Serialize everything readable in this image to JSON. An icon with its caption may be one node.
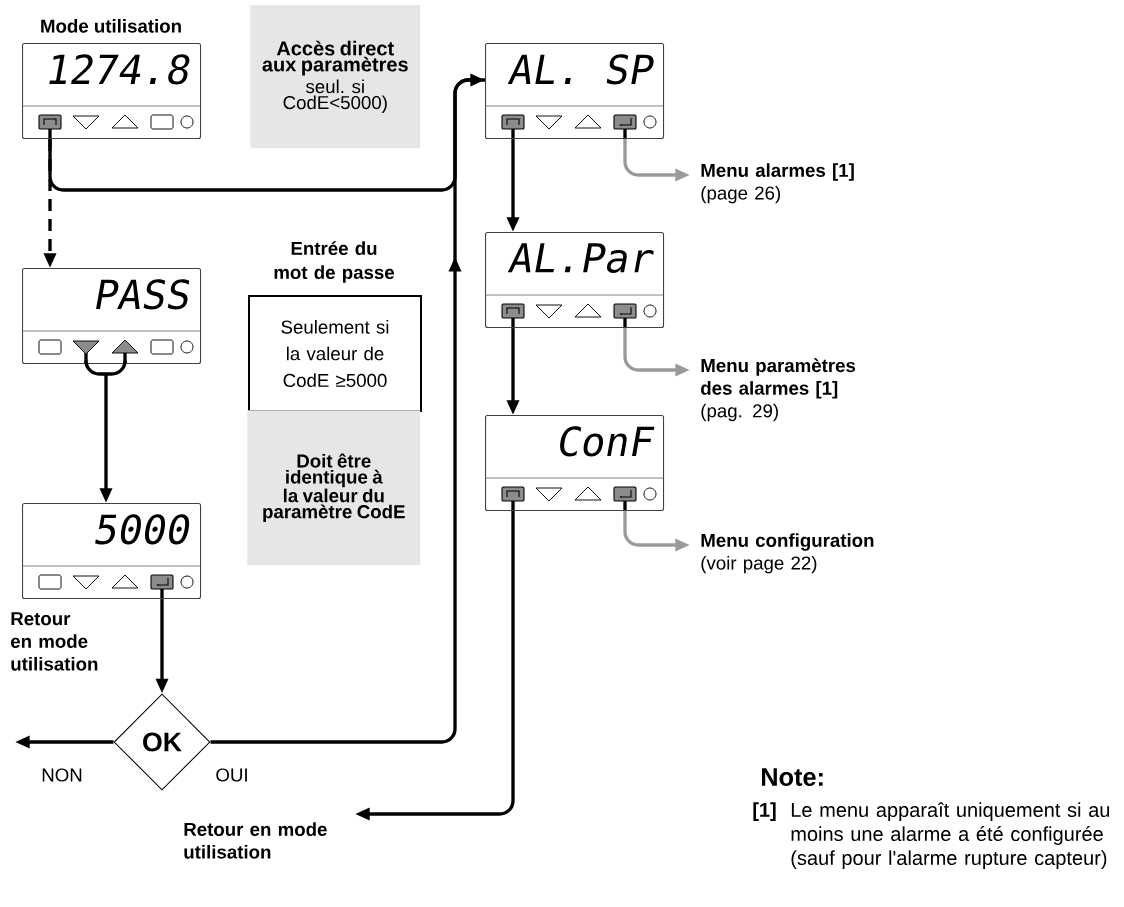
{
  "diagram": {
    "nodes": [
      {
        "text": [
          "Mode utilisation",
          "1274.8"
        ]
      },
      {
        "text": [
          "Accès direct aux paramètres",
          "seul. si CodE<5000)"
        ]
      },
      {
        "text": [
          "PASS"
        ]
      },
      {
        "text": [
          "Entrée du mot de passe",
          "Seulement si la valeur de CodE ≥5000"
        ]
      },
      {
        "text": [
          "Doit être identique à la valeur du paramètre CodE"
        ]
      },
      {
        "text": [
          "5000"
        ]
      },
      {
        "text": [
          "OK"
        ]
      },
      {
        "text": [
          "AL. SP"
        ]
      },
      {
        "text": [
          "AL.Par"
        ]
      },
      {
        "text": [
          "ConF"
        ]
      },
      {
        "text": [
          "Menu alarmes [1]",
          "(page 26)"
        ]
      },
      {
        "text": [
          "Menu paramètres des alarmes [1]",
          "(pag. 29)"
        ]
      },
      {
        "text": [
          "Menu configuration",
          "(voir page 22)"
        ]
      }
    ],
    "edges": [
      {
        "from": 0,
        "to": 7,
        "arrow": "to"
      },
      {
        "from": 0,
        "to": 2,
        "arrow": "to",
        "style": "dashed"
      },
      {
        "from": 2,
        "to": 5,
        "arrow": "to"
      },
      {
        "from": 5,
        "to": 6,
        "arrow": "to"
      },
      {
        "from": 6,
        "to": null,
        "arrow": "to",
        "label": "NON"
      },
      {
        "from": 6,
        "to": 7,
        "arrow": "to",
        "label": "OUI"
      },
      {
        "from": 7,
        "to": 8,
        "arrow": "to"
      },
      {
        "from": 8,
        "to": 9,
        "arrow": "to"
      },
      {
        "from": 9,
        "to": null,
        "arrow": "to"
      },
      {
        "from": 7,
        "to": 10,
        "arrow": "to",
        "color": "#9a9a9a"
      },
      {
        "from": 8,
        "to": 11,
        "arrow": "to",
        "color": "#9a9a9a"
      },
      {
        "from": 9,
        "to": 12,
        "arrow": "to",
        "color": "#9a9a9a"
      }
    ],
    "labels": [
      "Retour en mode utilisation",
      "Retour en mode utilisation",
      "Note:",
      "[1]",
      "Le menu apparaît uniquement si au moins une alarme a été configurée (sauf pour l'alarme rupture capteur)"
    ]
  }
}
